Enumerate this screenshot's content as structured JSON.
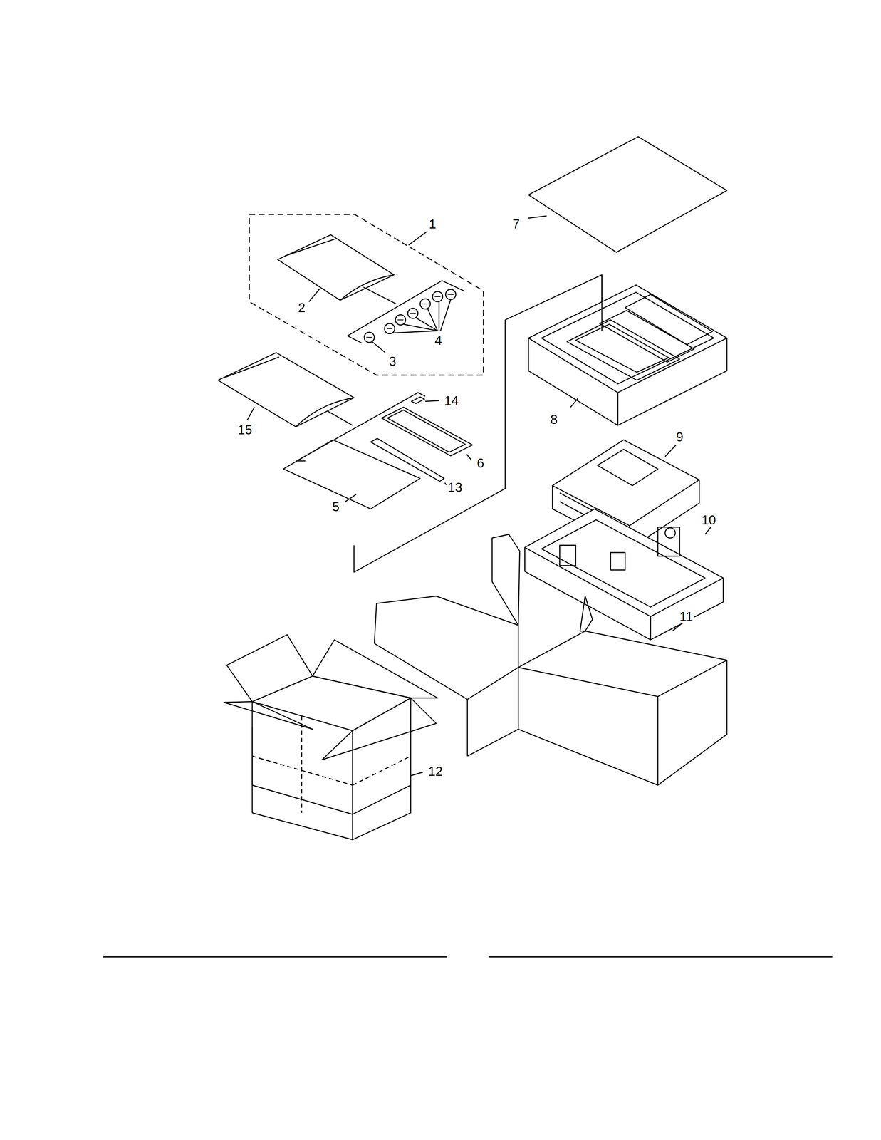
{
  "diagram": {
    "labels": [
      "1",
      "7",
      "2",
      "4",
      "3",
      "14",
      "8",
      "15",
      "9",
      "6",
      "13",
      "5",
      "10",
      "11",
      "12"
    ]
  }
}
